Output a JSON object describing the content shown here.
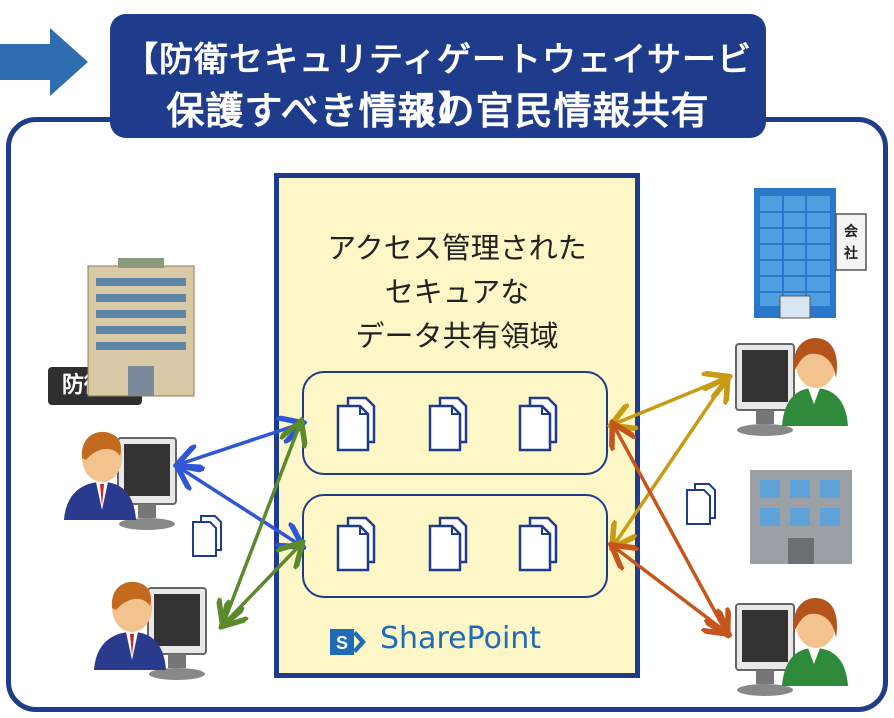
{
  "banner": {
    "line1": "【防衛セキュリティゲートウェイサービス】",
    "line2": "保護すべき情報の官民情報共有"
  },
  "shared_area": {
    "line1": "アクセス管理された",
    "line2": "セキュアな",
    "line3": "データ共有領域"
  },
  "sharepoint": {
    "label": "SharePoint",
    "logo_letter": "S"
  },
  "mod_building": {
    "label": "防衛省"
  },
  "company_building": {
    "sign": "会\n社"
  },
  "colors": {
    "navy": "#1f3b8c",
    "shared_bg": "#fdf6c6",
    "arrow_blue": "#2e56d6",
    "arrow_green": "#5b8a2d",
    "arrow_gold": "#c99a14",
    "arrow_orange": "#c4561c"
  }
}
